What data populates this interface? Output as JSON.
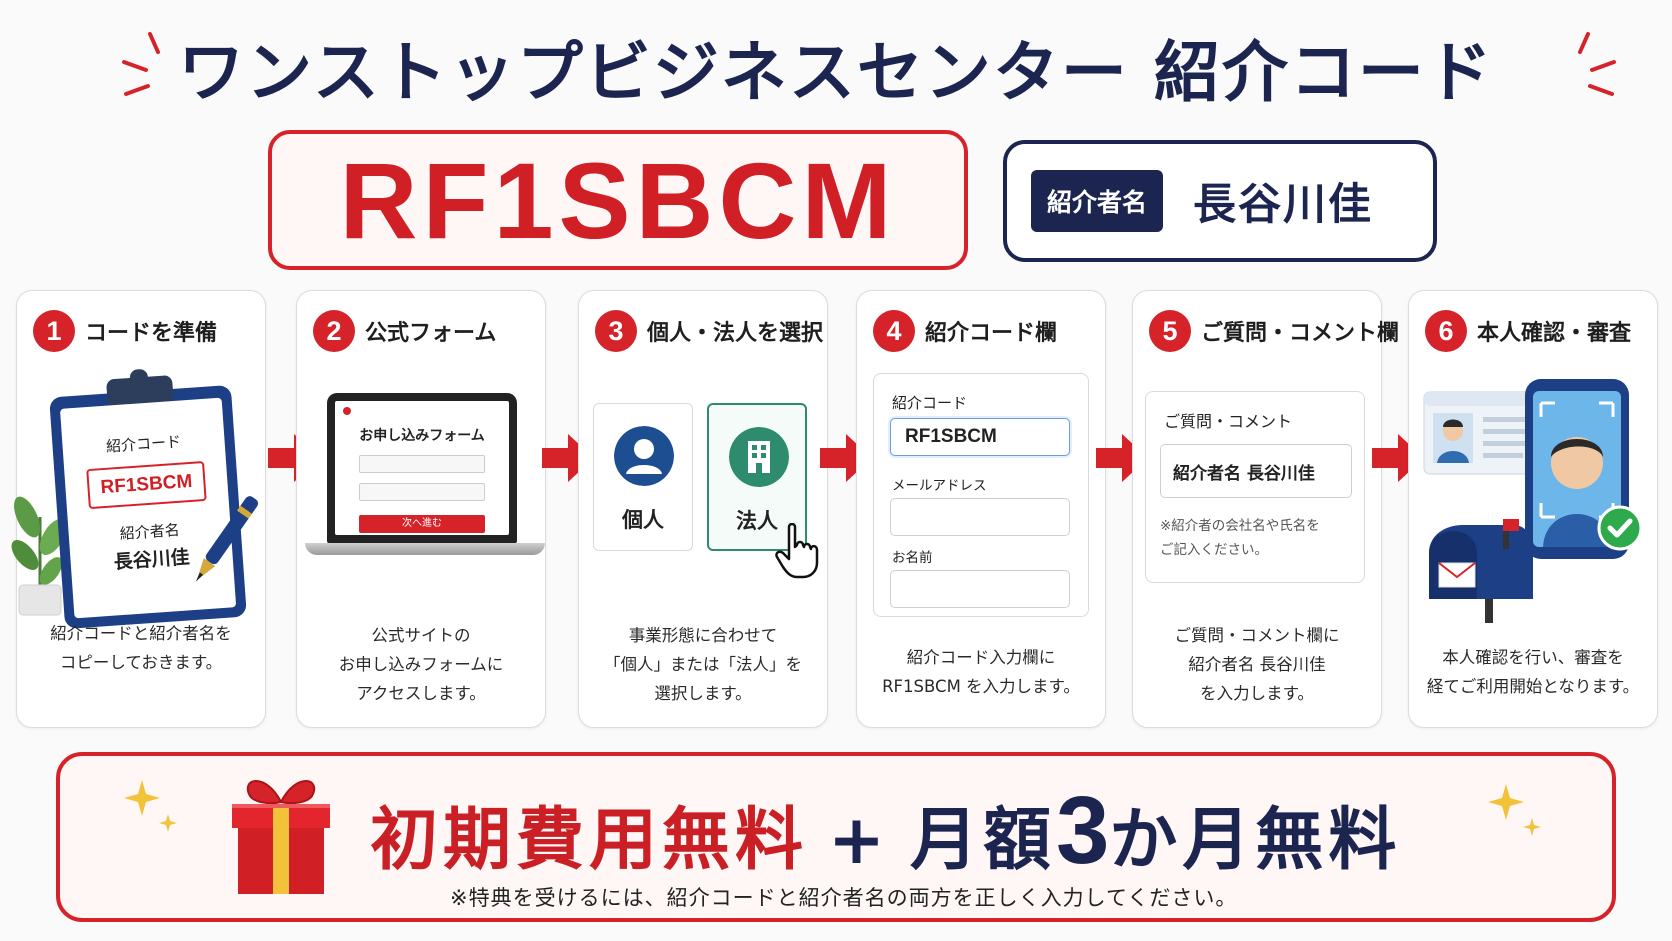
{
  "header": {
    "title": "ワンストップビジネスセンター 紹介コード",
    "code": "RF1SBCM",
    "referrer_label": "紹介者名",
    "referrer_name": "長谷川佳"
  },
  "steps": [
    {
      "number": "1",
      "title": "コードを準備",
      "illustration": {
        "code_label": "紹介コード",
        "code": "RF1SBCM",
        "name_label": "紹介者名",
        "name": "長谷川佳"
      },
      "desc": [
        "紹介コードと紹介者名を",
        "コピーしておきます。"
      ]
    },
    {
      "number": "2",
      "title": "公式フォーム",
      "illustration": {
        "form_title": "お申し込みフォーム",
        "button": "次へ進む"
      },
      "desc": [
        "公式サイトの",
        "お申し込みフォームに",
        "アクセスします。"
      ]
    },
    {
      "number": "3",
      "title": "個人・法人を選択",
      "illustration": {
        "option_individual": "個人",
        "option_corporate": "法人"
      },
      "desc": [
        "事業形態に合わせて",
        "「個人」または「法人」を",
        "選択します。"
      ]
    },
    {
      "number": "4",
      "title": "紹介コード欄",
      "illustration": {
        "code_label": "紹介コード",
        "code_value": "RF1SBCM",
        "email_label": "メールアドレス",
        "name_label": "お名前"
      },
      "desc": [
        "紹介コード入力欄に",
        "RF1SBCM を入力します。"
      ]
    },
    {
      "number": "5",
      "title": "ご質問・コメント欄",
      "illustration": {
        "field_label": "ご質問・コメント",
        "field_value": "紹介者名 長谷川佳",
        "note_line1": "※紹介者の会社名や氏名を",
        "note_line2": "ご記入ください。"
      },
      "desc": [
        "ご質問・コメント欄に",
        "紹介者名 長谷川佳",
        "を入力します。"
      ]
    },
    {
      "number": "6",
      "title": "本人確認・審査",
      "desc": [
        "本人確認を行い、審査を",
        "経てご利用開始となります。"
      ]
    }
  ],
  "banner": {
    "part1": "初期費用無料",
    "plus": "+",
    "part2a": "月額",
    "part2b": "3",
    "part2c": "か月無料",
    "note": "※特典を受けるには、紹介コードと紹介者名の両方を正しく入力してください。"
  },
  "colors": {
    "accent_red": "#d6232a",
    "navy": "#1b2550",
    "corporate_green": "#2e8b6e",
    "individual_blue": "#1d4e92"
  }
}
